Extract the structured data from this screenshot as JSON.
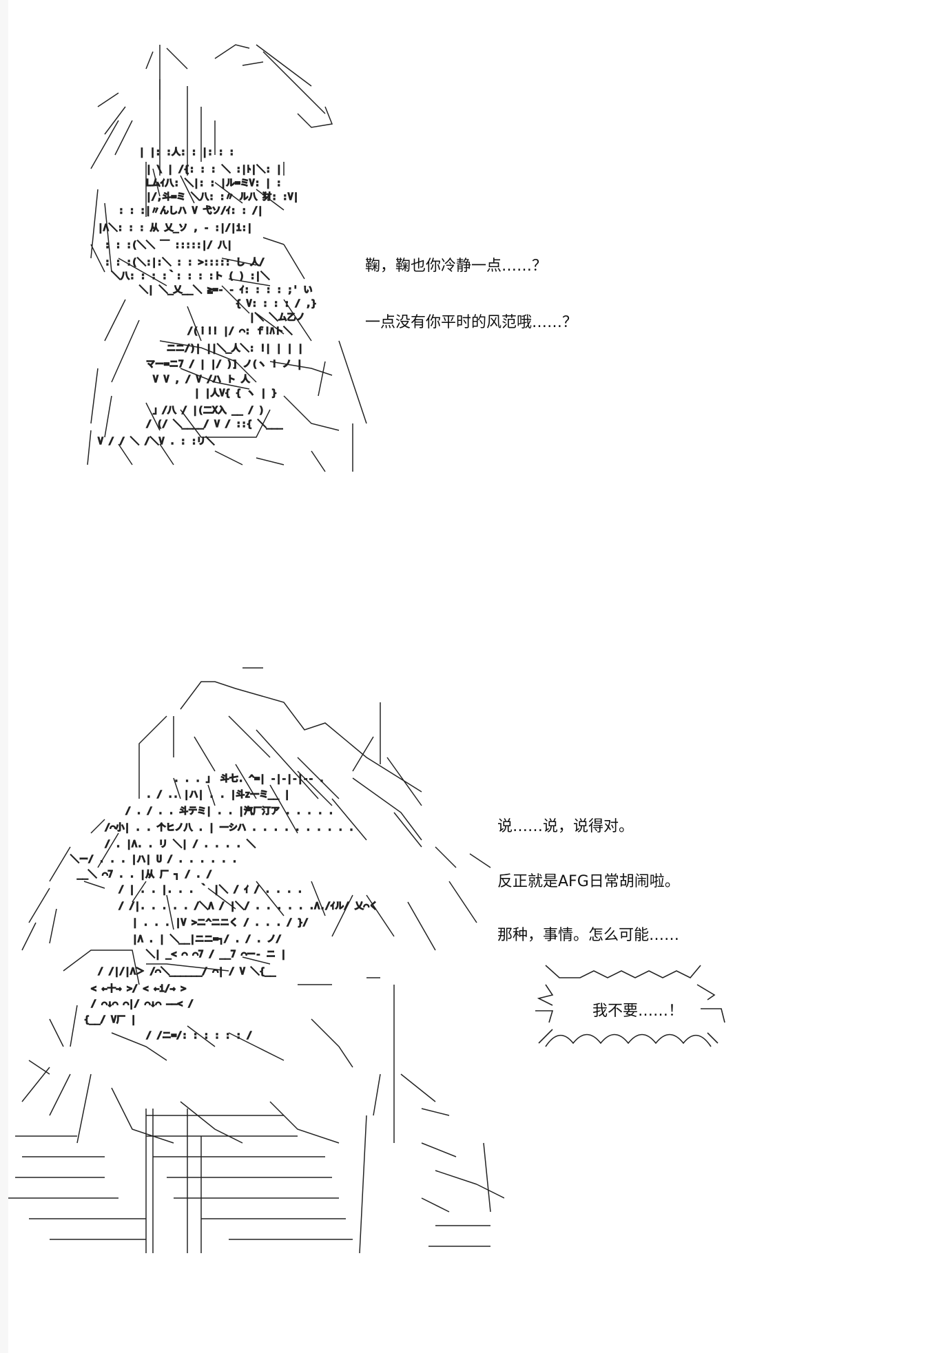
{
  "panel_1": {
    "lines": [
      "鞠，鞠也你冷静一点……？",
      "一点没有你平时的风范哦……？"
    ]
  },
  "panel_2": {
    "lines": [
      "说……说，说得对。",
      "反正就是AFG日常胡闹啦。",
      "那种，事情。怎么可能……"
    ],
    "shout": "我不要……！"
  }
}
